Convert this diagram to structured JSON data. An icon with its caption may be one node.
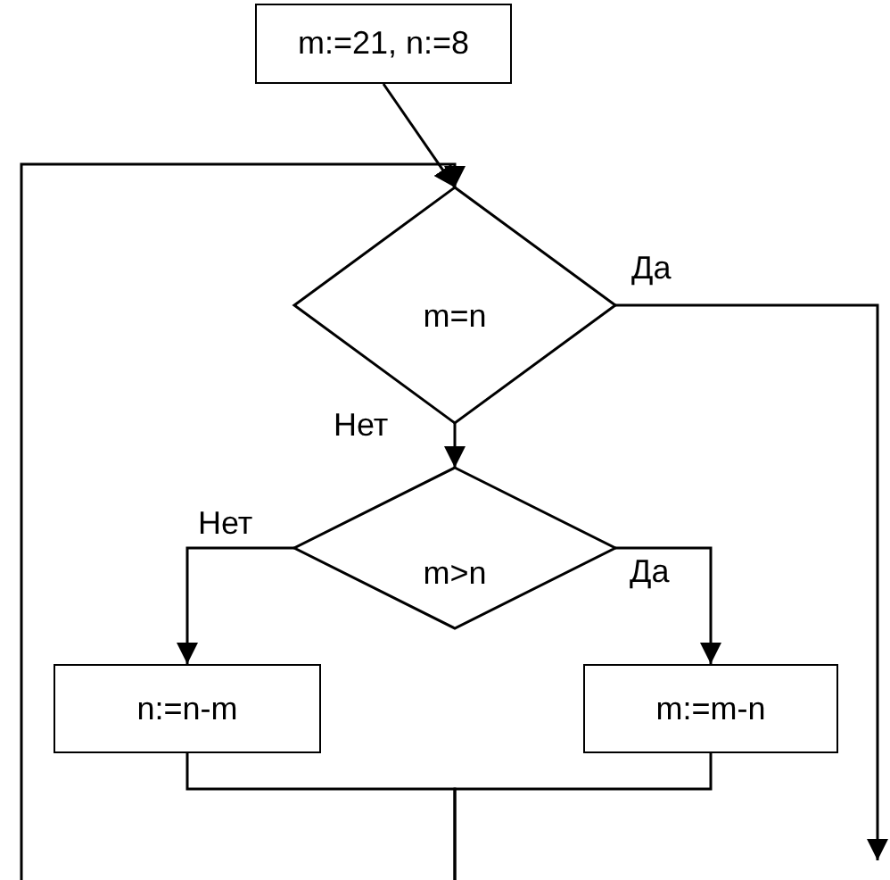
{
  "diagram": {
    "nodes": [
      {
        "text": [
          "m:=21, n:=8"
        ]
      },
      {
        "text": [
          "m=n"
        ]
      },
      {
        "text": [
          "m>n"
        ]
      },
      {
        "text": [
          "n:=n-m"
        ]
      },
      {
        "text": [
          "m:=m-n"
        ]
      }
    ],
    "edges": [
      {
        "from": 0,
        "to": 1,
        "arrow": "to"
      },
      {
        "from": 1,
        "to": null,
        "arrow": "to",
        "label": "Да"
      },
      {
        "from": 1,
        "to": 2,
        "arrow": "to",
        "label": "Нет"
      },
      {
        "from": 2,
        "to": 3,
        "arrow": "to",
        "label": "Нет"
      },
      {
        "from": 2,
        "to": 4,
        "arrow": "to",
        "label": "Да"
      },
      {
        "from": 3,
        "to": null,
        "arrow": "none"
      },
      {
        "from": 4,
        "to": null,
        "arrow": "none"
      },
      {
        "from": null,
        "to": 1,
        "arrow": "to"
      }
    ]
  }
}
